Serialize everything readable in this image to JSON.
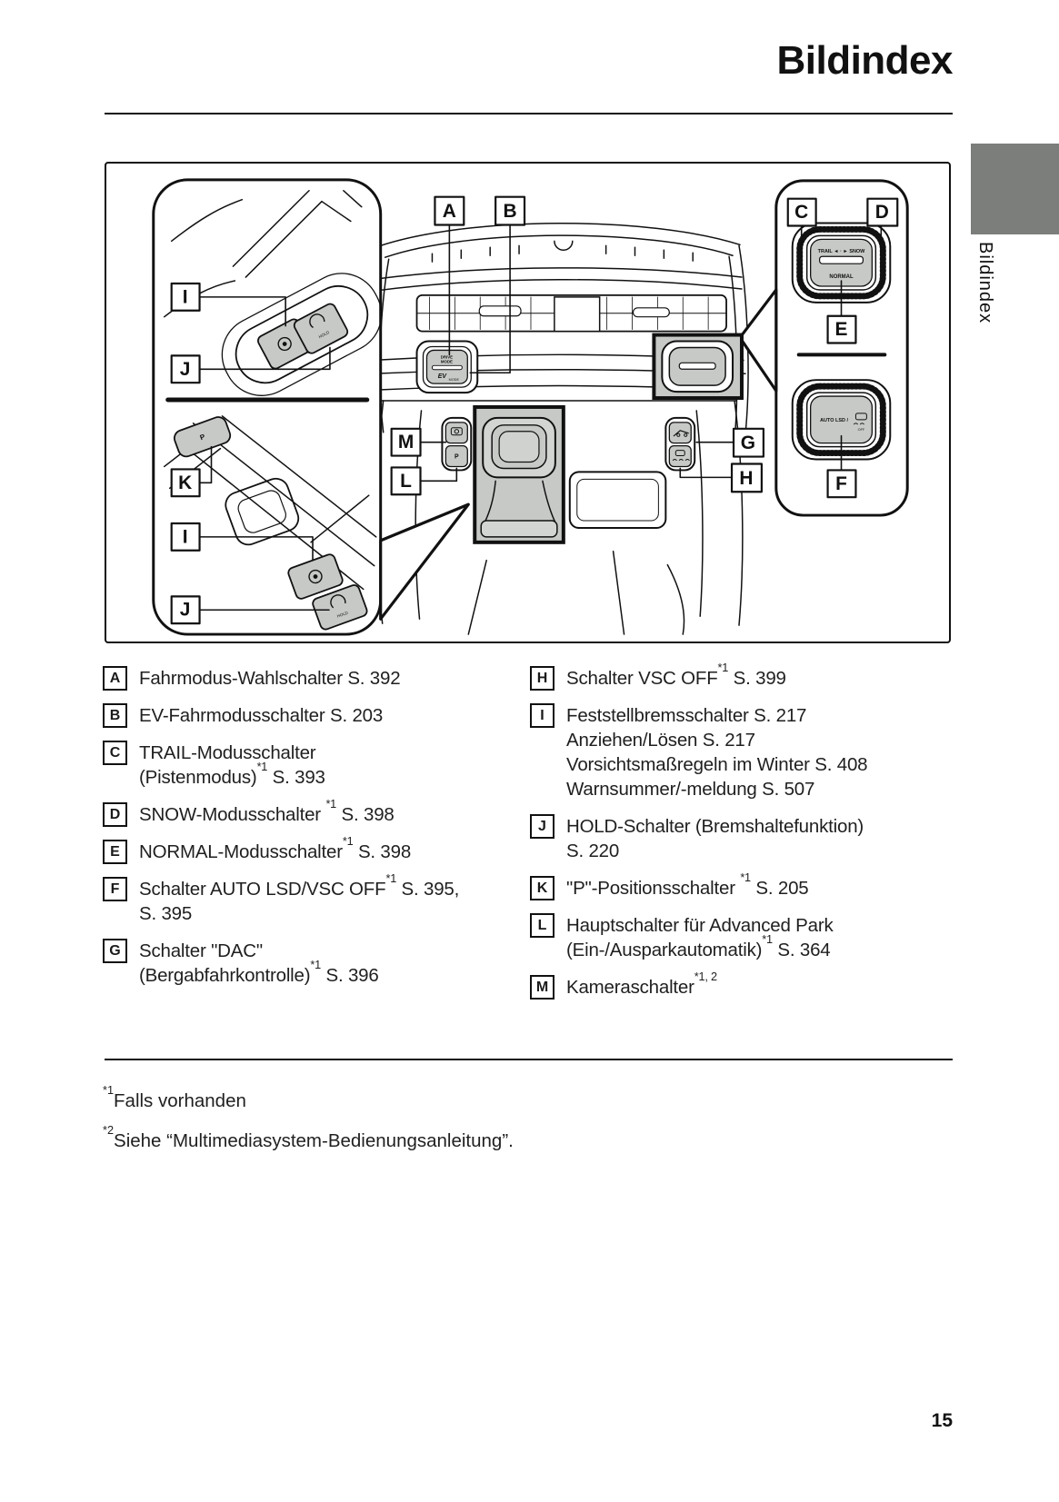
{
  "page": {
    "title": "Bildindex",
    "side_tab_label": "Bildindex",
    "page_number": "15"
  },
  "colors": {
    "tab_gray": "#7b7e7b",
    "button_gray": "#c6c9c6",
    "highlight_gray": "#c6c9c6",
    "line": "#111111"
  },
  "diagram": {
    "callouts": {
      "a": "A",
      "b": "B",
      "c": "C",
      "d": "D",
      "e": "E",
      "f": "F",
      "g": "G",
      "h": "H",
      "i": "I",
      "j": "J",
      "k": "K",
      "l": "L",
      "m": "M"
    },
    "labels": {
      "trail_snow": "TRAIL ◄ · ► SNOW",
      "normal": "NORMAL",
      "auto_lsd": "AUTO LSD /",
      "off": "OFF",
      "drive": "DRIVE",
      "mode": "MODE",
      "ev": "EV",
      "p": "P",
      "hold": "HOLD"
    }
  },
  "legend": {
    "left_column": [
      {
        "letter": "A",
        "lines": [
          [
            {
              "t": "Fahrmodus-Wahlschalter S. 392"
            }
          ]
        ]
      },
      {
        "letter": "B",
        "lines": [
          [
            {
              "t": "EV-Fahrmodusschalter S. 203"
            }
          ]
        ]
      },
      {
        "letter": "C",
        "lines": [
          [
            {
              "t": "TRAIL-Modusschalter"
            }
          ],
          [
            {
              "t": "(Pistenmodus)"
            },
            {
              "sup": "*1"
            },
            {
              "t": " S. 393"
            }
          ]
        ]
      },
      {
        "letter": "D",
        "lines": [
          [
            {
              "t": "SNOW-Modusschalter "
            },
            {
              "sup": "*1"
            },
            {
              "t": " S. 398"
            }
          ]
        ]
      },
      {
        "letter": "E",
        "lines": [
          [
            {
              "t": "NORMAL-Modusschalter"
            },
            {
              "sup": "*1"
            },
            {
              "t": " S. 398"
            }
          ]
        ]
      },
      {
        "letter": "F",
        "lines": [
          [
            {
              "t": "Schalter AUTO LSD/VSC OFF"
            },
            {
              "sup": "*1"
            },
            {
              "t": " S. 395,"
            }
          ],
          [
            {
              "t": "S. 395"
            }
          ]
        ]
      },
      {
        "letter": "G",
        "lines": [
          [
            {
              "t": "Schalter \"DAC\""
            }
          ],
          [
            {
              "t": "(Bergabfahrkontrolle)"
            },
            {
              "sup": "*1"
            },
            {
              "t": " S. 396"
            }
          ]
        ]
      }
    ],
    "right_column": [
      {
        "letter": "H",
        "lines": [
          [
            {
              "t": "Schalter VSC OFF"
            },
            {
              "sup": "*1"
            },
            {
              "t": " S. 399"
            }
          ]
        ]
      },
      {
        "letter": "I",
        "lines": [
          [
            {
              "t": "Feststellbremsschalter S. 217"
            }
          ],
          [
            {
              "t": "Anziehen/Lösen S. 217"
            }
          ],
          [
            {
              "t": "Vorsichtsmaßregeln im Winter S. 408"
            }
          ],
          [
            {
              "t": "Warnsummer/-meldung S. 507"
            }
          ]
        ]
      },
      {
        "letter": "J",
        "lines": [
          [
            {
              "t": "HOLD-Schalter (Bremshaltefunktion)"
            }
          ],
          [
            {
              "t": "S. 220"
            }
          ]
        ]
      },
      {
        "letter": "K",
        "lines": [
          [
            {
              "t": "\"P\"-Positionsschalter "
            },
            {
              "sup": "*1"
            },
            {
              "t": " S. 205"
            }
          ]
        ]
      },
      {
        "letter": "L",
        "lines": [
          [
            {
              "t": "Hauptschalter für Advanced Park"
            }
          ],
          [
            {
              "t": "(Ein-/Ausparkautomatik)"
            },
            {
              "sup": "*1"
            },
            {
              "t": " S. 364"
            }
          ]
        ]
      },
      {
        "letter": "M",
        "lines": [
          [
            {
              "t": "Kameraschalter"
            },
            {
              "sup": "*1, 2"
            }
          ]
        ]
      }
    ]
  },
  "footnotes": [
    {
      "marker": "*1",
      "text": "Falls vorhanden"
    },
    {
      "marker": "*2",
      "text": "Siehe “Multimediasystem-Bedienungsanleitung”."
    }
  ]
}
